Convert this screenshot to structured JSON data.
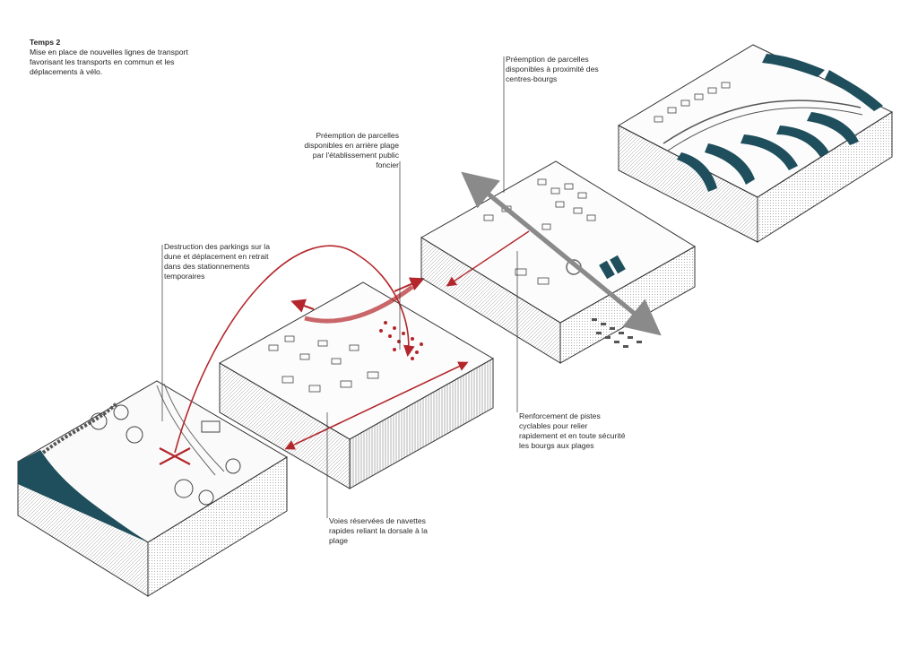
{
  "heading": {
    "title": "Temps 2",
    "subtitle": "Mise en place de nouvelles lignes de transport favorisant les transports en commun et les déplacements à vélo."
  },
  "annotations": {
    "parkings": "Destruction des parkings sur la dune et déplacement en retrait dans des stationnements temporaires",
    "preemption_plage": "Préemption de parcelles disponibles en arrière plage par l'établissement public foncier",
    "preemption_bourgs": "Préemption de parcelles disponibles à proximité des centres-bourgs",
    "pistes": "Renforcement de pistes cyclables pour relier rapidement et en toute sécurité les bourgs aux plages",
    "navettes": "Voies réservées de navettes rapides reliant la dorsale à la plage"
  },
  "colors": {
    "water": "#1f4f5c",
    "accent_red": "#b3262b",
    "road_grey": "#8a8a8a",
    "ink": "#2a2a2a"
  }
}
